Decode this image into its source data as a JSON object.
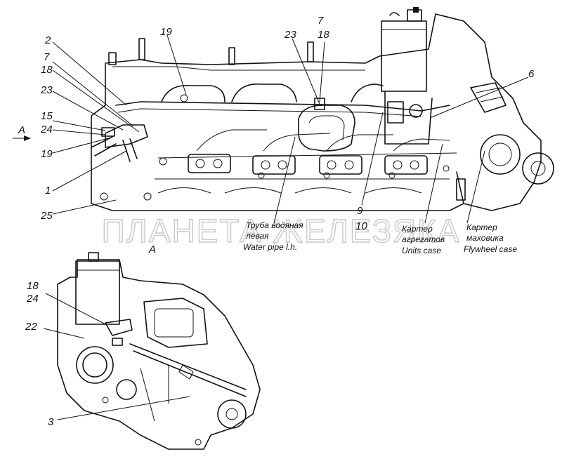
{
  "watermark": "ПЛАНЕТА ЖЕЛЕЗЯКА",
  "view_marker": "A",
  "view_title": "A",
  "callouts": {
    "c2": "2",
    "c7a": "7",
    "c18a": "18",
    "c23a": "23",
    "c15": "15",
    "c24a": "24",
    "c19a": "19",
    "c1": "1",
    "c25": "25",
    "c19b": "19",
    "c23b": "23",
    "c7b": "7",
    "c18b": "18",
    "c6": "6",
    "c9": "9",
    "c10": "10",
    "c18c": "18",
    "c24b": "24",
    "c22": "22",
    "c3": "3"
  },
  "captions": {
    "water_pipe_ru_1": "Труба водяная",
    "water_pipe_ru_2": "левая",
    "water_pipe_en": "Water pipe l.h.",
    "units_case_ru_1": "Картер",
    "units_case_ru_2": "агрегатов",
    "units_case_en": "Units case",
    "flywheel_ru_1": "Картер",
    "flywheel_ru_2": "маховика",
    "flywheel_en": "Flywheel case"
  }
}
